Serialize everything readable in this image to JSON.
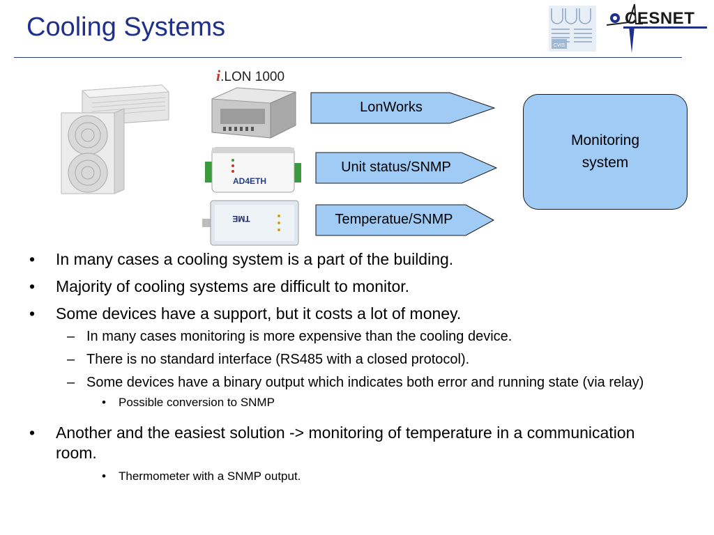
{
  "slide": {
    "title": "Cooling Systems"
  },
  "logos": {
    "cesnet": "CESNET",
    "cvis": "CVIS"
  },
  "devices": {
    "ilon_prefix": "i",
    "ilon_name": ".LON",
    "ilon_model": "1000",
    "ad4eth_label": "AD4ETH",
    "tme_label": "TME"
  },
  "arrows": {
    "lonworks": "LonWorks",
    "unit_status": "Unit status/SNMP",
    "temperature": "Temperatue/SNMP"
  },
  "monitoring": {
    "label": "Monitoring system"
  },
  "bullets": {
    "b1": "In many cases a cooling system is a part of the building.",
    "b2": "Majority of cooling systems are difficult to monitor.",
    "b3": "Some devices have a support, but it costs a lot of money.",
    "b3_1": "In many cases monitoring is more expensive than the cooling device.",
    "b3_2": "There is no standard interface (RS485 with a closed protocol).",
    "b3_3": "Some devices have a binary output which indicates both error and running state (via relay)",
    "b3_3_1": "Possible conversion to SNMP",
    "b4": "Another and the easiest solution -> monitoring of temperature  in a communication room.",
    "b4_1": "Thermometer with a SNMP output."
  },
  "symbols": {
    "bullet": "•",
    "dash": "–"
  },
  "colors": {
    "title": "#1f2f8c",
    "arrow_fill": "#9fcbf5",
    "monitor_fill": "#9fcbf5"
  }
}
